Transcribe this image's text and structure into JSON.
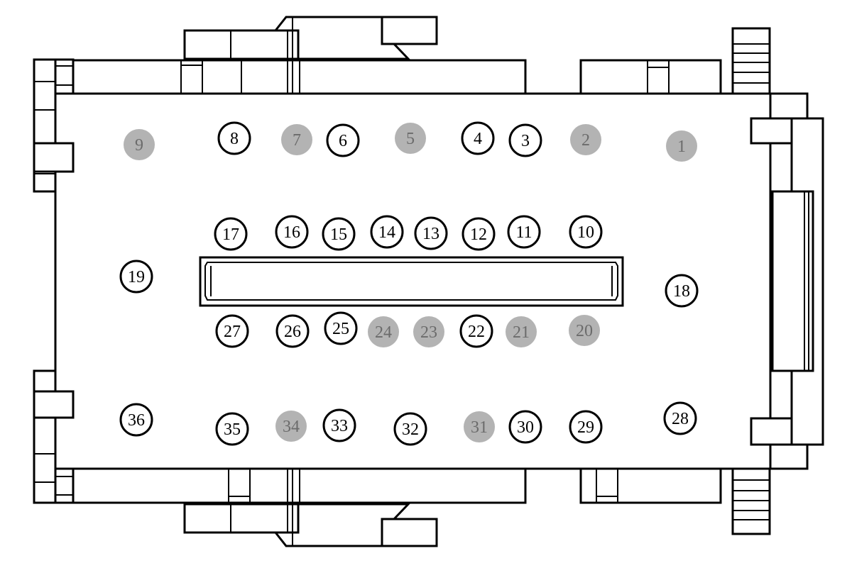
{
  "colors": {
    "outline": "#000000",
    "pin_active_fill": "#ffffff",
    "pin_active_stroke": "#000000",
    "pin_active_text": "#000000",
    "pin_empty_fill": "#b3b3b3",
    "pin_empty_text": "#6b6b6b"
  },
  "pins": [
    {
      "label": "1",
      "state": "empty"
    },
    {
      "label": "2",
      "state": "empty"
    },
    {
      "label": "3",
      "state": "active"
    },
    {
      "label": "4",
      "state": "active"
    },
    {
      "label": "5",
      "state": "empty"
    },
    {
      "label": "6",
      "state": "active"
    },
    {
      "label": "7",
      "state": "empty"
    },
    {
      "label": "8",
      "state": "active"
    },
    {
      "label": "9",
      "state": "empty"
    },
    {
      "label": "10",
      "state": "active"
    },
    {
      "label": "11",
      "state": "active"
    },
    {
      "label": "12",
      "state": "active"
    },
    {
      "label": "13",
      "state": "active"
    },
    {
      "label": "14",
      "state": "active"
    },
    {
      "label": "15",
      "state": "active"
    },
    {
      "label": "16",
      "state": "active"
    },
    {
      "label": "17",
      "state": "active"
    },
    {
      "label": "18",
      "state": "active"
    },
    {
      "label": "19",
      "state": "active"
    },
    {
      "label": "20",
      "state": "empty"
    },
    {
      "label": "21",
      "state": "empty"
    },
    {
      "label": "22",
      "state": "active"
    },
    {
      "label": "23",
      "state": "empty"
    },
    {
      "label": "24",
      "state": "empty"
    },
    {
      "label": "25",
      "state": "active"
    },
    {
      "label": "26",
      "state": "active"
    },
    {
      "label": "27",
      "state": "active"
    },
    {
      "label": "28",
      "state": "active"
    },
    {
      "label": "29",
      "state": "active"
    },
    {
      "label": "30",
      "state": "active"
    },
    {
      "label": "31",
      "state": "empty"
    },
    {
      "label": "32",
      "state": "active"
    },
    {
      "label": "33",
      "state": "active"
    },
    {
      "label": "34",
      "state": "empty"
    },
    {
      "label": "35",
      "state": "active"
    },
    {
      "label": "36",
      "state": "active"
    }
  ]
}
